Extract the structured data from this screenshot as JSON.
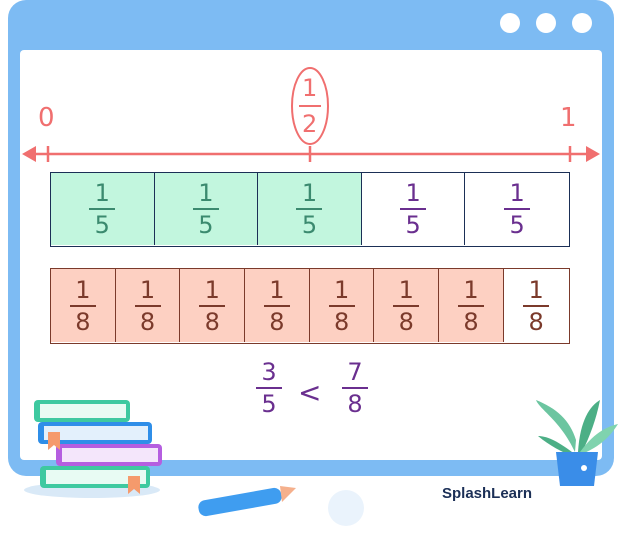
{
  "number_line": {
    "start_label": "0",
    "end_label": "1",
    "half_numerator": "1",
    "half_denominator": "2"
  },
  "fifths": [
    {
      "num": "1",
      "den": "5",
      "shaded": true
    },
    {
      "num": "1",
      "den": "5",
      "shaded": true
    },
    {
      "num": "1",
      "den": "5",
      "shaded": true
    },
    {
      "num": "1",
      "den": "5",
      "shaded": false
    },
    {
      "num": "1",
      "den": "5",
      "shaded": false
    }
  ],
  "eighths": [
    {
      "num": "1",
      "den": "8",
      "shaded": true
    },
    {
      "num": "1",
      "den": "8",
      "shaded": true
    },
    {
      "num": "1",
      "den": "8",
      "shaded": true
    },
    {
      "num": "1",
      "den": "8",
      "shaded": true
    },
    {
      "num": "1",
      "den": "8",
      "shaded": true
    },
    {
      "num": "1",
      "den": "8",
      "shaded": true
    },
    {
      "num": "1",
      "den": "8",
      "shaded": true
    },
    {
      "num": "1",
      "den": "8",
      "shaded": false
    }
  ],
  "comparison": {
    "left_num": "3",
    "left_den": "5",
    "symbol": "<",
    "right_num": "7",
    "right_den": "8"
  },
  "brand": "SplashLearn",
  "colors": {
    "line": "#f06f6f",
    "fifth_fill": "#c2f6de",
    "fifth_text": "#3b8a6f",
    "fifth_text_plain": "#6a2f8f",
    "eighth_fill": "#fdd0c2",
    "eighth_text": "#7b3a2b",
    "frame": "#7dbbf3",
    "purple": "#6a2f8f"
  }
}
